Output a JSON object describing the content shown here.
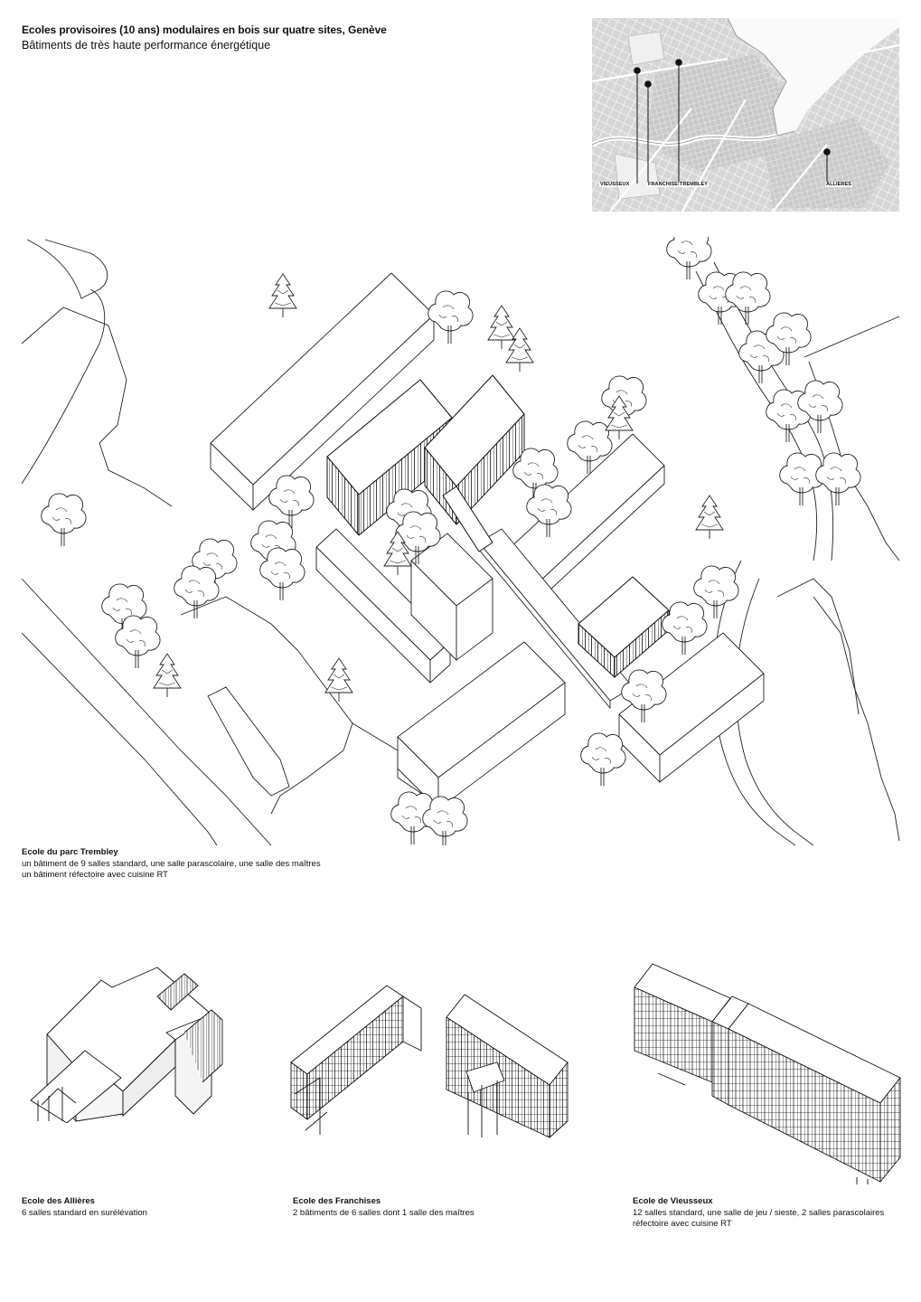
{
  "header": {
    "title": "Ecoles provisoires (10 ans) modulaires en bois sur quatre sites, Genève",
    "subtitle": "Bâtiments de très haute performance énergétique"
  },
  "location_map": {
    "sites": [
      {
        "name": "VIEUSSEUX"
      },
      {
        "name": "FRANCHISES"
      },
      {
        "name": "TREMBLEY"
      },
      {
        "name": "ALLIERES"
      }
    ]
  },
  "main_plan": {
    "caption_title": "Ecole du parc Trembley",
    "caption_lines": [
      "un bâtiment de 9 salles standard, une salle parascolaire, une salle des maîtres",
      "un bâtiment réfectoire avec cuisine RT"
    ]
  },
  "schools": [
    {
      "title": "Ecole des Allières",
      "lines": [
        "6 salles standard en surélévation"
      ]
    },
    {
      "title": "Ecole des Franchises",
      "lines": [
        "2 bâtiments de 6 salles dont 1 salle des maîtres"
      ]
    },
    {
      "title": "Ecole de Vieusseux",
      "lines": [
        "12 salles standard, une salle de jeu / sieste, 2 salles parascolaires",
        "réfectoire avec cuisine RT"
      ]
    }
  ]
}
